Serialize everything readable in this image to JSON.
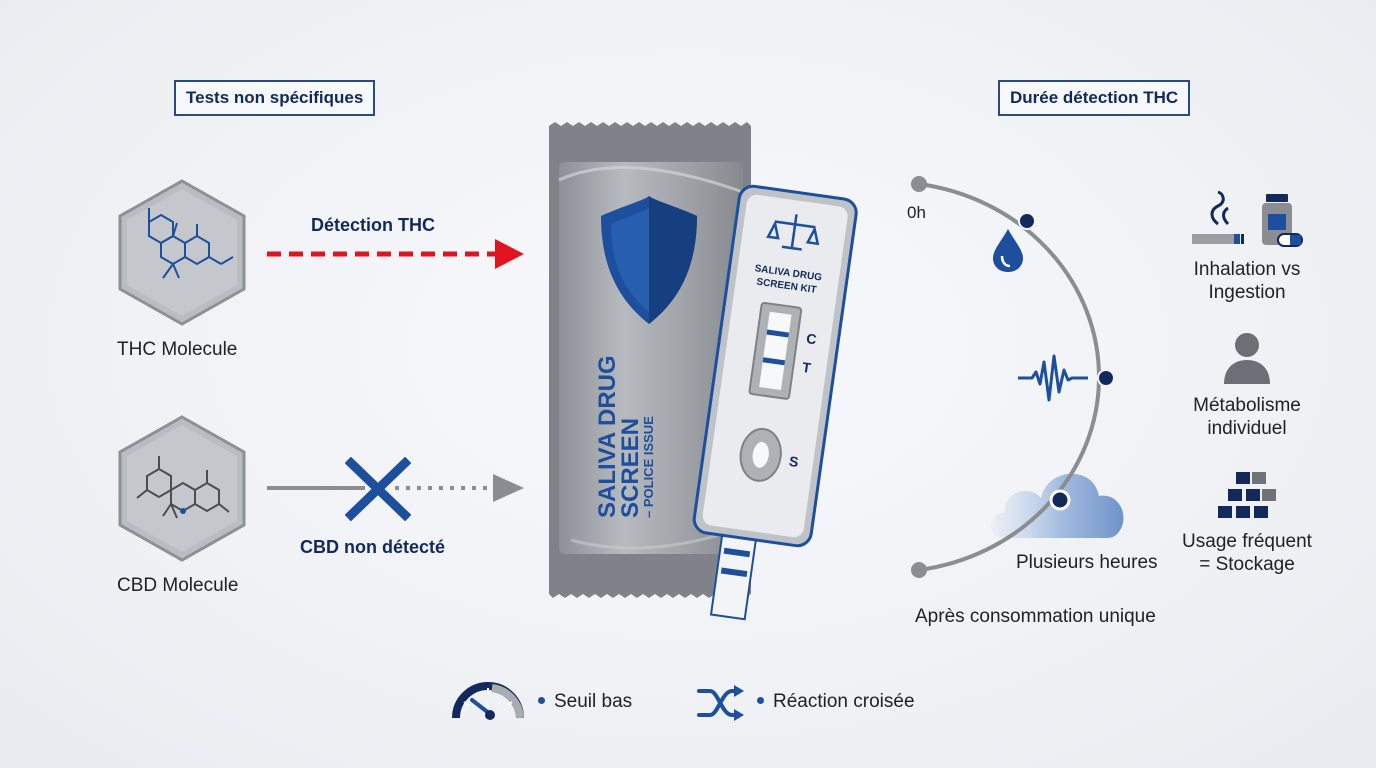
{
  "left": {
    "title": "Tests non spécifiques",
    "thc_molecule": "THC Molecule",
    "cbd_molecule": "CBD Molecule",
    "thc_arrow_label": "Détection THC",
    "cbd_arrow_label": "CBD non détecté"
  },
  "center": {
    "pouch_text_line1": "SALIVA DRUG",
    "pouch_text_line2": "SCREEN",
    "pouch_text_line3": "– POLICE ISSUE",
    "cassette_text_line1": "SALIVA DRUG",
    "cassette_text_line2": "SCREEN KIT",
    "control_mark": "C",
    "test_mark": "T",
    "sample_mark": "S"
  },
  "right": {
    "title": "Durée détection THC",
    "start_label": "0h",
    "window_label": "Plusieurs heures",
    "bottom_label": "Après consommation unique",
    "factor1": "Inhalation vs\nIngestion",
    "factor2": "Métabolisme\nindividuel",
    "factor3": "Usage fréquent\n= Stockage"
  },
  "legend": {
    "item1": "Seuil bas",
    "item2": "Réaction croisée"
  },
  "colors": {
    "navy": "#13295b",
    "blue": "#1d4f9c",
    "red": "#e0141e",
    "gray": "#8a8d92"
  }
}
